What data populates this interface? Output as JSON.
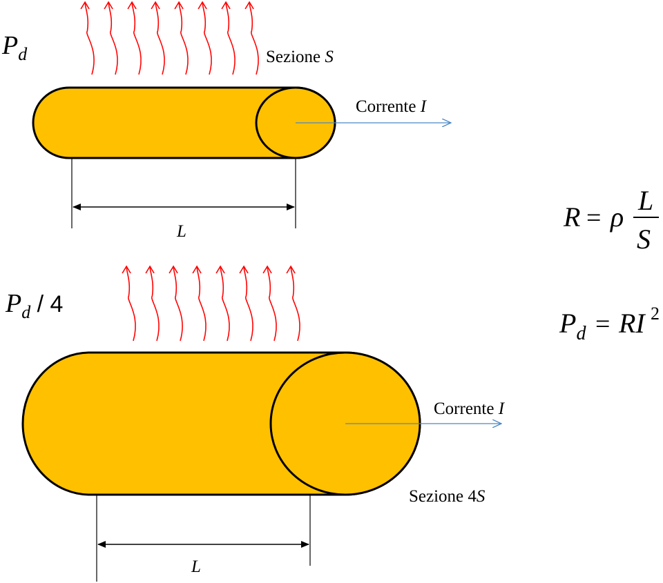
{
  "colors": {
    "cylinder_fill": "#FFC000",
    "outline": "#000000",
    "heat_wave": "#FF0000",
    "current_arrow": "#4A86C6"
  },
  "top_wire": {
    "power_label": {
      "symbol": "P",
      "subscript": "d"
    },
    "section_label": {
      "prefix": "Sezione ",
      "var": "S"
    },
    "current_label": {
      "prefix": "Corrente ",
      "var": "I"
    },
    "length_label": "L",
    "heat_wave_count": 8
  },
  "bottom_wire": {
    "power_label": {
      "symbol": "P",
      "subscript": "d",
      "suffix": " / 4"
    },
    "section_label": {
      "prefix": "Sezione 4",
      "var": "S"
    },
    "current_label": {
      "prefix": "Corrente ",
      "var": "I"
    },
    "length_label": "L",
    "heat_wave_count": 8
  },
  "formulas": {
    "resistance": {
      "lhs": "R",
      "eq": "=",
      "rho": "ρ",
      "numerator": "L",
      "denominator": "S"
    },
    "power": {
      "lhs_symbol": "P",
      "lhs_subscript": "d",
      "eq": "=",
      "rhs": "RI",
      "exponent": "2"
    }
  }
}
